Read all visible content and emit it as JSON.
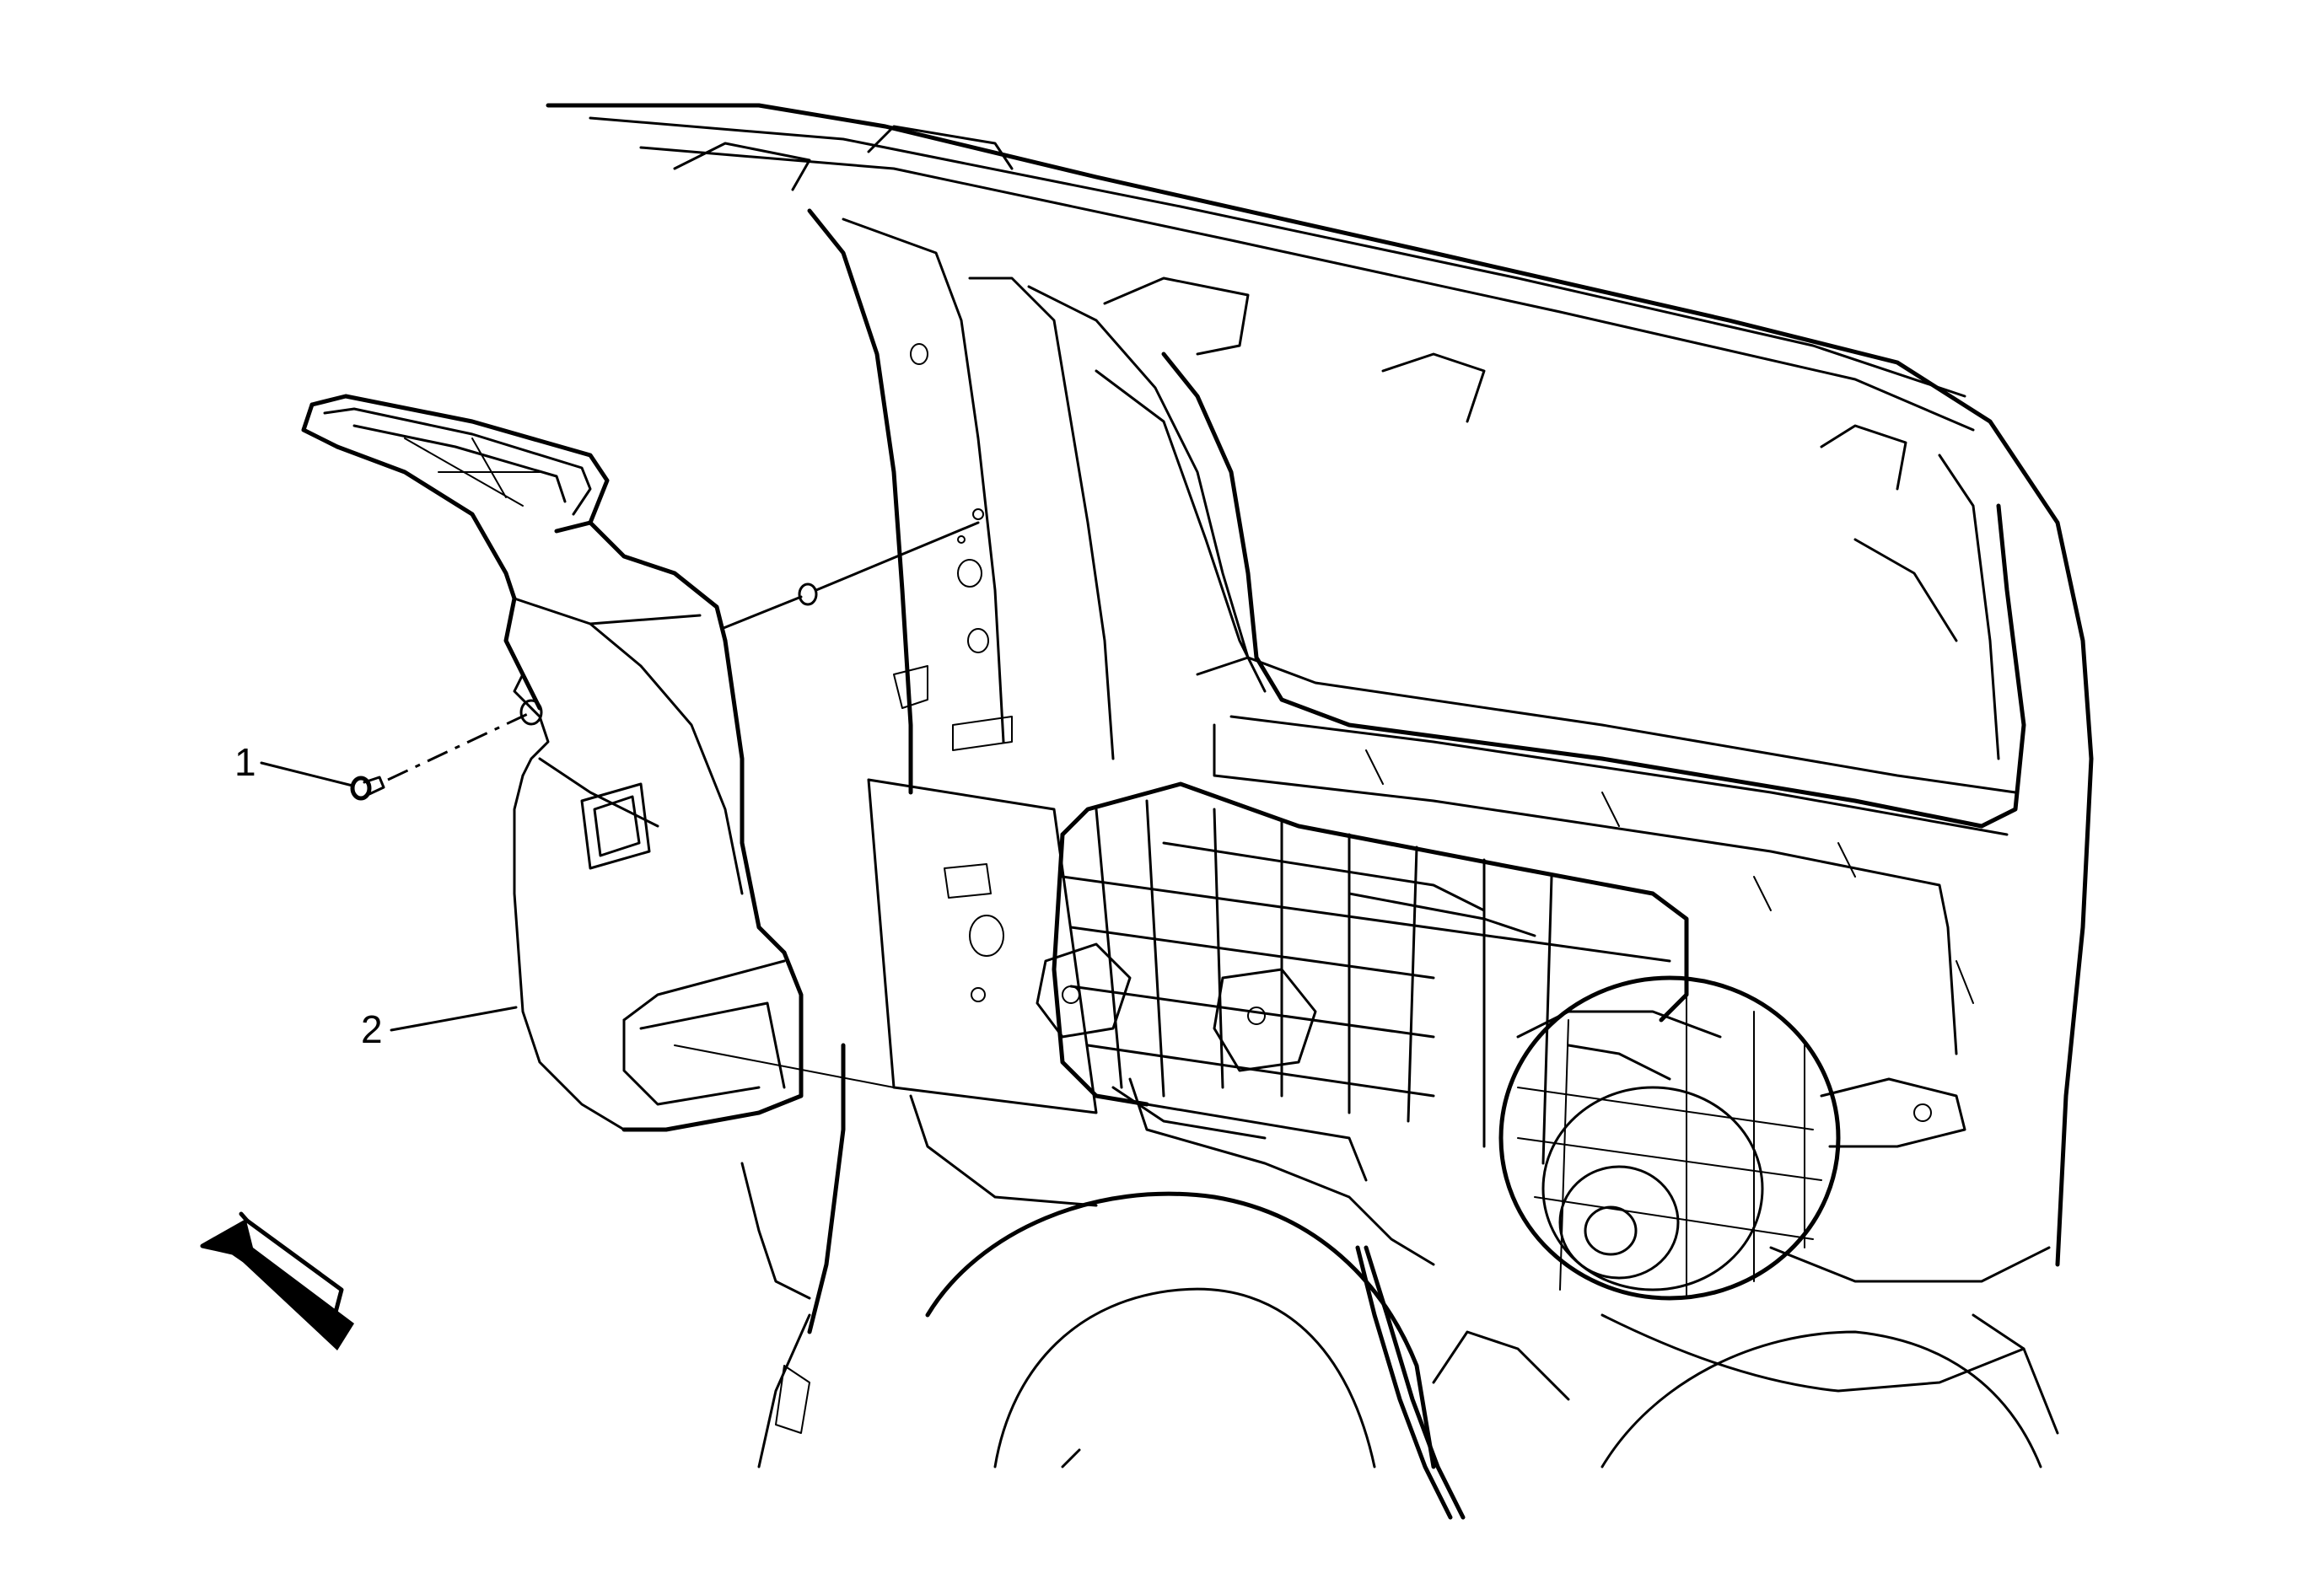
{
  "callouts": [
    {
      "id": "1",
      "label": "1",
      "part": "fastener"
    },
    {
      "id": "2",
      "label": "2",
      "part": "air duct"
    }
  ],
  "icons": [
    "view-direction-arrow-icon"
  ],
  "colors": {
    "line": "#000000",
    "background": "#ffffff"
  }
}
